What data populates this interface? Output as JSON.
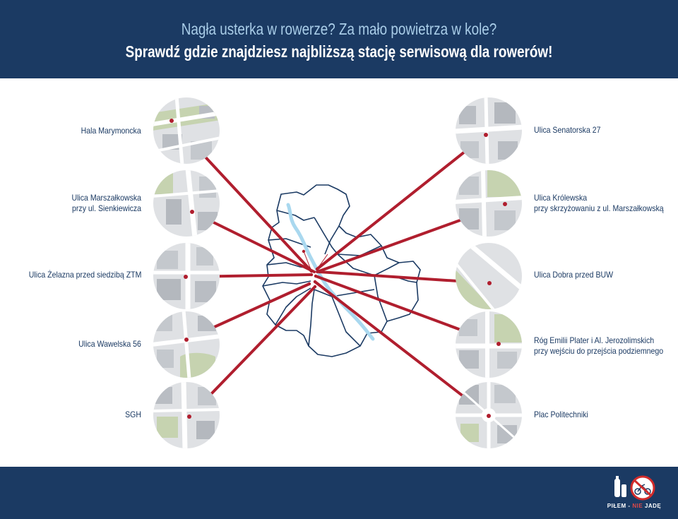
{
  "header": {
    "line1": "Nagła usterka w rowerze? Za mało powietrza w kole?",
    "line2": "Sprawdź gdzie znajdziesz najbliższą stację serwisową dla rowerów!"
  },
  "colors": {
    "navy": "#1b3a63",
    "light_blue_text": "#a9cde8",
    "connector_red": "#b01e2e",
    "river": "#a9d8ef",
    "street_grey": "#cfd3d8",
    "park_green": "#c8d6b3"
  },
  "stations_left": [
    {
      "lines": [
        "Hala Marymoncka"
      ]
    },
    {
      "lines": [
        "Ulica Marszałkowska",
        "przy ul. Sienkiewicza"
      ]
    },
    {
      "lines": [
        "Ulica Żelazna przed siedzibą ZTM"
      ]
    },
    {
      "lines": [
        "Ulica Wawelska 56"
      ]
    },
    {
      "lines": [
        "SGH"
      ]
    }
  ],
  "stations_right": [
    {
      "lines": [
        "Ulica Senatorska 27"
      ]
    },
    {
      "lines": [
        "Ulica Królewska",
        "przy skrzyżowaniu z ul. Marszałkowską"
      ]
    },
    {
      "lines": [
        "Ulica Dobra przed BUW"
      ]
    },
    {
      "lines": [
        "Róg Emilii Plater i Al. Jerozolimskich",
        "przy wejściu do przejścia podziemnego"
      ]
    },
    {
      "lines": [
        "Plac Politechniki"
      ]
    }
  ],
  "logo": {
    "part1": "PIŁEM - ",
    "part2": "NIE",
    "part3": " JADĘ"
  }
}
